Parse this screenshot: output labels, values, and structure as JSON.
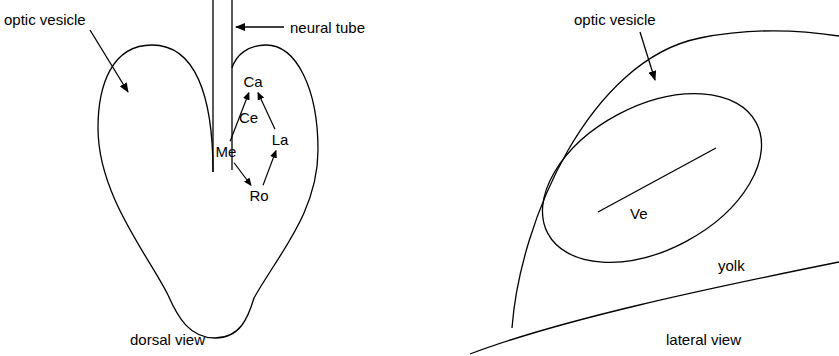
{
  "diagram": {
    "nodes": [
      {
        "text": [
          "Ca"
        ]
      },
      {
        "text": [
          "Me"
        ]
      },
      {
        "text": [
          "La"
        ]
      },
      {
        "text": [
          "Ro"
        ]
      }
    ],
    "edges": [
      {
        "from": 1,
        "to": 0,
        "arrow": "to"
      },
      {
        "from": 1,
        "to": 3,
        "arrow": "to"
      },
      {
        "from": 3,
        "to": 2,
        "arrow": "to"
      },
      {
        "from": 2,
        "to": 0,
        "arrow": "to"
      }
    ],
    "labels": [
      "optic vesicle",
      "neural tube",
      "Ce",
      "dorsal view",
      "optic vesicle",
      "Ve",
      "yolk",
      "lateral view"
    ]
  }
}
